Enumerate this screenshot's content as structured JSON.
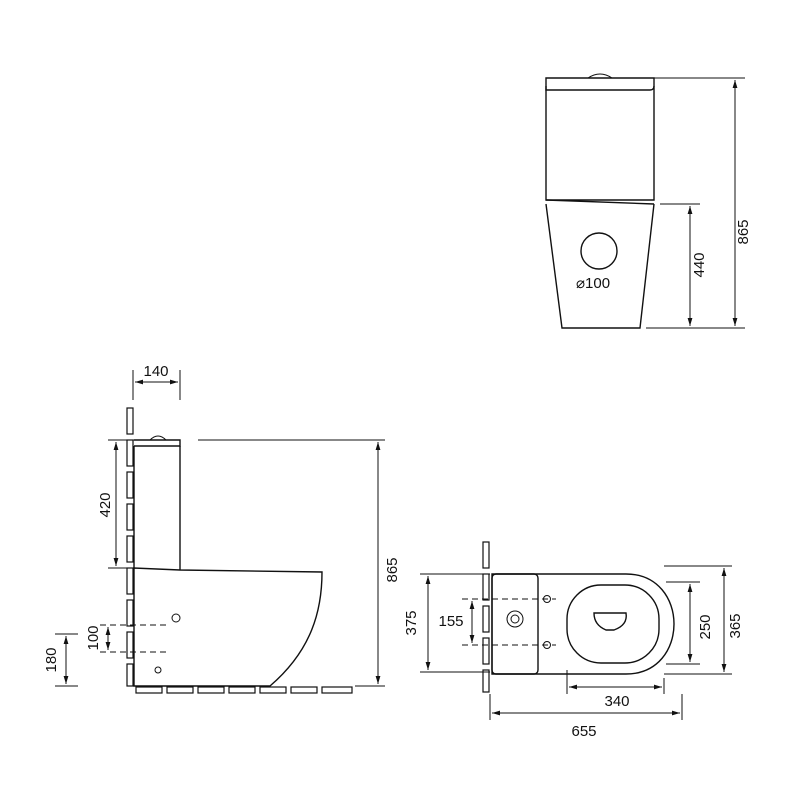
{
  "views": {
    "rear": {
      "height": "865",
      "outlet_height": "440",
      "outlet_diameter": "⌀100"
    },
    "side": {
      "cistern_offset": "140",
      "cistern_height": "420",
      "height": "865",
      "inlet_height": "100",
      "outlet_height": "180"
    },
    "top": {
      "mount_depth": "375",
      "bolt_spacing": "155",
      "bowl_opening": "250",
      "width": "365",
      "bowl_length": "340",
      "length": "655"
    }
  },
  "colors": {
    "line": "#111111",
    "background": "#ffffff"
  }
}
